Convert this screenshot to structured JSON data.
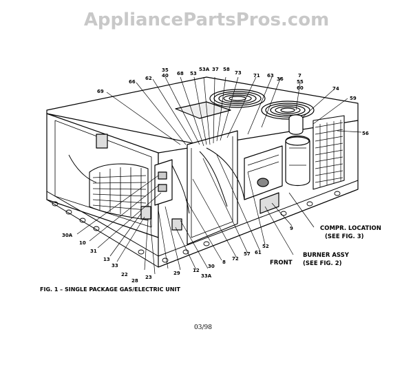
{
  "watermark": "AppliancePartsPros.com",
  "caption": "FIG. 1 – SINGLE PACKAGE GAS/ELECTRIC UNIT",
  "page_code": "03/98",
  "callouts": {
    "n35": "35",
    "n40": "40",
    "n68": "68",
    "n53": "53",
    "n53A": "53A",
    "n37": "37",
    "n58": "58",
    "n73": "73",
    "n71": "71",
    "n63": "63",
    "n36": "36",
    "n7": "7",
    "n55": "55",
    "n60": "60",
    "n74": "74",
    "n59": "59",
    "n56": "56",
    "n69": "69",
    "n66": "66",
    "n62": "62",
    "n30A": "30A",
    "n10": "10",
    "n31": "31",
    "n13": "13",
    "n33": "33",
    "n22": "22",
    "n28": "28",
    "n23": "23",
    "n29": "29",
    "n12": "12",
    "n33A": "33A",
    "n30": "30",
    "n8": "8",
    "n72": "72",
    "n57": "57",
    "n61": "61",
    "n52": "52",
    "n9": "9"
  },
  "labels": {
    "compr_location": "COMPR. LOCATION",
    "see_fig3": "(SEE FIG. 3)",
    "burner_assy": "BURNER ASSY",
    "see_fig2": "(SEE FIG. 2)",
    "front": "FRONT"
  }
}
